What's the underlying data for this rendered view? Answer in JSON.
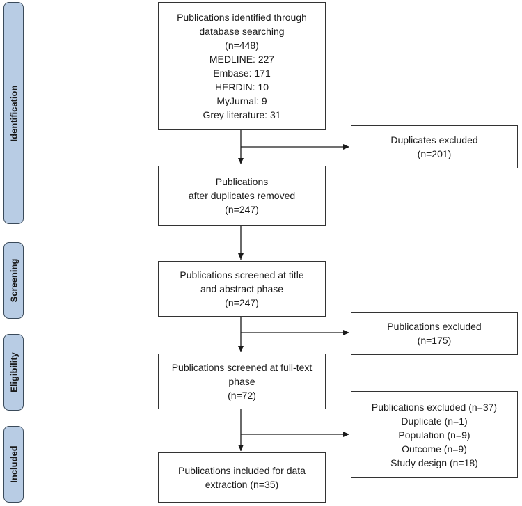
{
  "stages": {
    "identification": "Identification",
    "screening": "Screening",
    "eligibility": "Eligibility",
    "included": "Included"
  },
  "boxes": {
    "identified": {
      "lines": [
        "Publications identified through",
        "database searching",
        "(n=448)",
        "MEDLINE: 227",
        "Embase: 171",
        "HERDIN: 10",
        "MyJurnal: 9",
        "Grey literature: 31"
      ]
    },
    "duplicates_excluded": {
      "lines": [
        "Duplicates excluded",
        "(n=201)"
      ]
    },
    "after_duplicates": {
      "lines": [
        "Publications",
        "after duplicates removed",
        "(n=247)"
      ]
    },
    "screened_title_abstract": {
      "lines": [
        "Publications screened at title",
        "and abstract phase",
        "(n=247)"
      ]
    },
    "excluded_screening": {
      "lines": [
        "Publications excluded",
        "(n=175)"
      ]
    },
    "screened_full_text": {
      "lines": [
        "Publications screened at full-text",
        "phase",
        "(n=72)"
      ]
    },
    "excluded_full_text": {
      "lines": [
        "Publications excluded (n=37)",
        "Duplicate (n=1)",
        "Population (n=9)",
        "Outcome (n=9)",
        "Study design (n=18)"
      ]
    },
    "included": {
      "lines": [
        "Publications included for data",
        "extraction (n=35)"
      ]
    }
  },
  "colors": {
    "stage_fill": "#b8cce4",
    "stage_border": "#3a4a5a",
    "box_border": "#333333",
    "arrow": "#1a1a1a"
  }
}
